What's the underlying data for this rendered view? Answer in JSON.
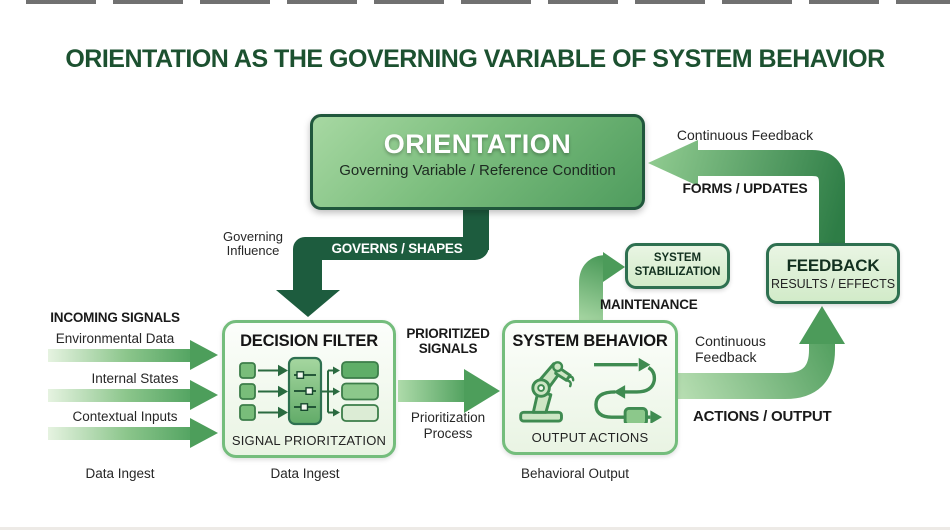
{
  "title": "ORIENTATION AS THE GOVERNING VARIABLE OF SYSTEM BEHAVIOR",
  "orientation": {
    "title": "ORIENTATION",
    "subtitle": "Governing Variable / Reference Condition"
  },
  "governs": {
    "arrow_label": "GOVERNS / SHAPES",
    "side_label": "Governing Influence"
  },
  "incoming": {
    "header": "INCOMING SIGNALS",
    "signals": [
      "Environmental Data",
      "Internal States",
      "Contextual Inputs"
    ],
    "footer": "Data Ingest"
  },
  "decision_filter": {
    "title": "DECISION FILTER",
    "caption": "SIGNAL PRIORITZATION",
    "footer": "Data Ingest"
  },
  "prioritized": {
    "label_top": "PRIORITIZED SIGNALS",
    "label_bottom": "Prioritization Process"
  },
  "system_behavior": {
    "title": "SYSTEM BEHAVIOR",
    "caption": "OUTPUT ACTIONS",
    "footer": "Behavioral Output"
  },
  "stabilization": {
    "title": "SYSTEM STABILIZATION",
    "arrow_label": "MAINTENANCE"
  },
  "feedback_box": {
    "title": "FEEDBACK",
    "subtitle": "RESULTS / EFFECTS"
  },
  "feedback_top": {
    "label_top": "Continuous Feedback",
    "label_bottom": "FORMS / UPDATES"
  },
  "feedback_right": {
    "label_top": "Continuous Feedback",
    "label_bottom": "ACTIONS / OUTPUT"
  },
  "colors": {
    "title_green": "#1c5130",
    "dark_arrow_green": "#1d5c3e",
    "mid_arrow_green": "#4d9e5b",
    "light_arrow_green": "#aedbaa",
    "box_border_light": "#74bd7c",
    "box_border_dark": "#2e7050",
    "box_fill_light": "#e9f4e3",
    "orientation_fill_top": "#a7d8a2",
    "orientation_fill_bottom": "#4f9c5e",
    "background": "#ffffff"
  }
}
